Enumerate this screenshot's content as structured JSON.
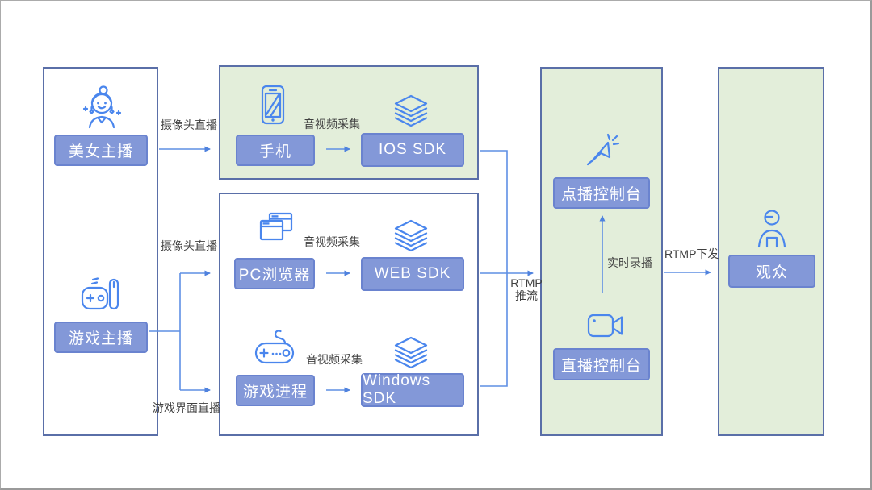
{
  "diagram": {
    "nodes": {
      "beauty_streamer": "美女主播",
      "game_streamer": "游戏主播",
      "phone": "手机",
      "ios_sdk": "IOS SDK",
      "pc_browser": "PC浏览器",
      "web_sdk": "WEB SDK",
      "game_process": "游戏进程",
      "windows_sdk": "Windows SDK",
      "vod_console": "点播控制台",
      "live_console": "直播控制台",
      "audience": "观众"
    },
    "edge_labels": {
      "camera_live_top": "摄像头直播",
      "camera_live_mid": "摄像头直播",
      "game_screen_live": "游戏界面直播",
      "av_capture_phone": "音视频采集",
      "av_capture_browser": "音视频采集",
      "av_capture_game": "音视频采集",
      "rtmp_push_line1": "RTMP",
      "rtmp_push_line2": "推流",
      "realtime_record": "实时录播",
      "rtmp_distribute": "RTMP下发"
    },
    "icons": {
      "beauty_streamer": "female-streamer-icon",
      "game_streamer": "gamepad-hand-icon",
      "phone": "smartphone-icon",
      "ios_sdk": "layers-icon",
      "pc_browser": "browser-windows-icon",
      "web_sdk": "layers-icon",
      "game_process": "gamepad-cable-icon",
      "windows_sdk": "layers-icon",
      "vod_console": "cursor-click-icon",
      "live_console": "video-camera-icon",
      "audience": "person-icon"
    },
    "colors": {
      "panel_border": "#5a6fa8",
      "green_panel": "#e3eeda",
      "white_panel": "#ffffff",
      "node_fill": "#8398d8",
      "node_border": "#6a83cf",
      "node_text": "#ffffff",
      "icon_blue": "#4a86ed",
      "arrow_blue": "#5f8fe4",
      "label_text": "#404040"
    }
  }
}
